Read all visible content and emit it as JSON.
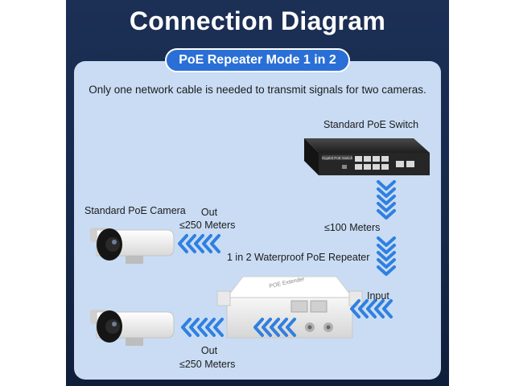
{
  "title": "Connection Diagram",
  "mode_label": "PoE Repeater Mode 1 in 2",
  "description": "Only one network cable is needed to transmit signals for two cameras.",
  "labels": {
    "switch": "Standard PoE Switch",
    "switch_faceplate": "Gigabit PoE Switch",
    "camera": "Standard PoE Camera",
    "out_top": "Out",
    "out_top_distance": "≤250 Meters",
    "input_distance": "≤100 Meters",
    "repeater": "1 in 2 Waterproof PoE Repeater",
    "input": "Input",
    "repeater_faceplate": "POE Extender",
    "out_bottom": "Out",
    "out_bottom_distance": "≤250 Meters"
  },
  "colors": {
    "banner": "#1c2f55",
    "panel": "#c9dcf4",
    "pill": "#2a6fd6",
    "arrow": "#2f80e0"
  }
}
